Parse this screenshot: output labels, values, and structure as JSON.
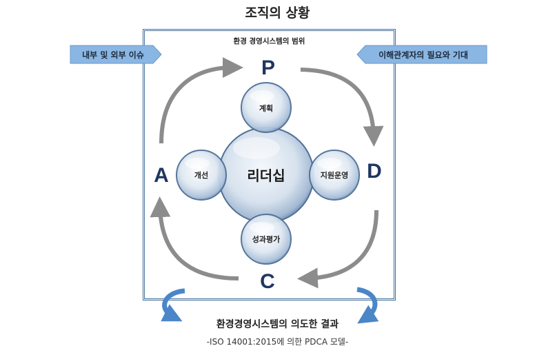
{
  "title": "조직의 상황",
  "scope_label": "환경 경영시스템의 범위",
  "left_tag": "내부 및 외부 이슈",
  "right_tag": "이해관계자의 필요와 기대",
  "pdca": {
    "p": "P",
    "d": "D",
    "c": "C",
    "a": "A"
  },
  "center": "리더십",
  "circles": {
    "plan": "계획",
    "support": "지원운영",
    "evaluation": "성과평가",
    "improvement": "개선"
  },
  "outcome": "환경경영시스템의 의도한 결과",
  "caption": "-ISO 14001:2015에 의한 PDCA 모델-",
  "colors": {
    "tag_fill": "#8ab6e3",
    "letter": "#1f3660",
    "arrow": "#8c8c8c",
    "scope_border": "#3f6e9c",
    "curve_arrow": "#4a86c8"
  }
}
